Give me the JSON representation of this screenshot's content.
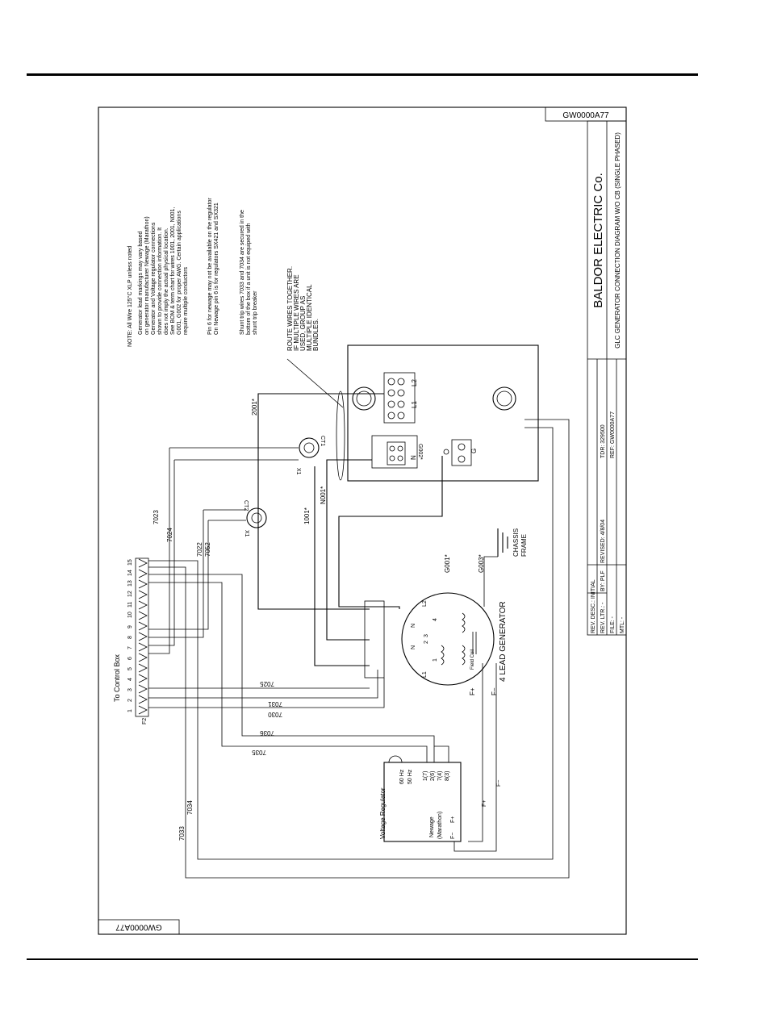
{
  "drawing_number": "GW0000A77",
  "company": "BALDOR ELECTRIC Co.",
  "drawing_title": "GLC GENERATOR CONNECTION DIAGRAM W/O CB (SINGLE PHASED)",
  "title_block": {
    "rev_desc": "REV. DESC.: INITIAL",
    "rev_ltr": "REV. LTR.: -",
    "by": "BY: PLF",
    "revised": "REVISED: 4/8/04",
    "file": "FILE: -",
    "mtl": "MTL: -",
    "tdr": "TDR: 329500",
    "ref": "REF: GW0000A77"
  },
  "notes": [
    "NOTE:  All Wire 125°C XLP unless noted",
    "Generator lead markings may vary based",
    "on generator manufacturer Newage (Marathon)",
    "Generator and Voltage regulator connections",
    "shown to provide connection information. It",
    "does not imply the actual physical location.",
    "See BOM & term chart for wires 1001, 2001, N001,",
    "G001, G002 for proper AWG. Certain applications",
    "require multiple conductors",
    "Pin 6 for newage may not be available on the regulator",
    "On Newage pin 6 is for regulators SX421 and SX321",
    "Shunt trip wires 7033 and 7034 are secured in the",
    "bottom of the box if a unit is not equiped with",
    "shunt trip breaker"
  ],
  "route_note": [
    "ROUTE WIRES TOGETHER.",
    "IF MULTIPLE WIRES ARE",
    "USED, GROUP AS",
    "MULTIPLE IDENTICAL",
    "BUNDLES."
  ],
  "labels": {
    "control_box": "To Control Box",
    "f2": "F2",
    "pins": [
      "1",
      "2",
      "3",
      "4",
      "5",
      "6",
      "7",
      "8",
      "9",
      "10",
      "11",
      "12",
      "13",
      "14",
      "15"
    ],
    "voltage_regulator": "Voltage Regulator",
    "newage": "Newage",
    "marathon": "(Marathon)",
    "reg_terms": [
      "1(7)",
      "2(6)",
      "7(4)",
      "8(3)"
    ],
    "hz60": "60 Hz",
    "hz50": "50 Hz",
    "f_minus": "F−",
    "f_plus": "F+",
    "generator": "4 LEAD GENERATOR",
    "field_coil": "Field Coil",
    "gen_l1": "L1",
    "gen_l2": "L2",
    "gen_n": "N",
    "gen_t1": "1",
    "gen_t2": "2",
    "gen_t3": "3",
    "gen_t4": "4",
    "chassis": "CHASSIS",
    "frame": "FRAME",
    "ct1": "CT1",
    "ct2": "CT2",
    "x1": "X1",
    "box_l1": "L1",
    "box_l2": "L2",
    "box_n": "N",
    "box_g": "G"
  },
  "wires": {
    "w7023": "7023",
    "w7024": "7024",
    "w7022": "7022",
    "w7052": "7052",
    "w7025": "7025",
    "w7031": "7031",
    "w7030": "7030",
    "w7036": "7036",
    "w7035": "7035",
    "w7034": "7034",
    "w7033": "7033",
    "w2001": "2001*",
    "w1001": "1001*",
    "wN001": "N001*",
    "wG001": "G001*",
    "wG002": "G002*",
    "wG003": "G003*"
  }
}
